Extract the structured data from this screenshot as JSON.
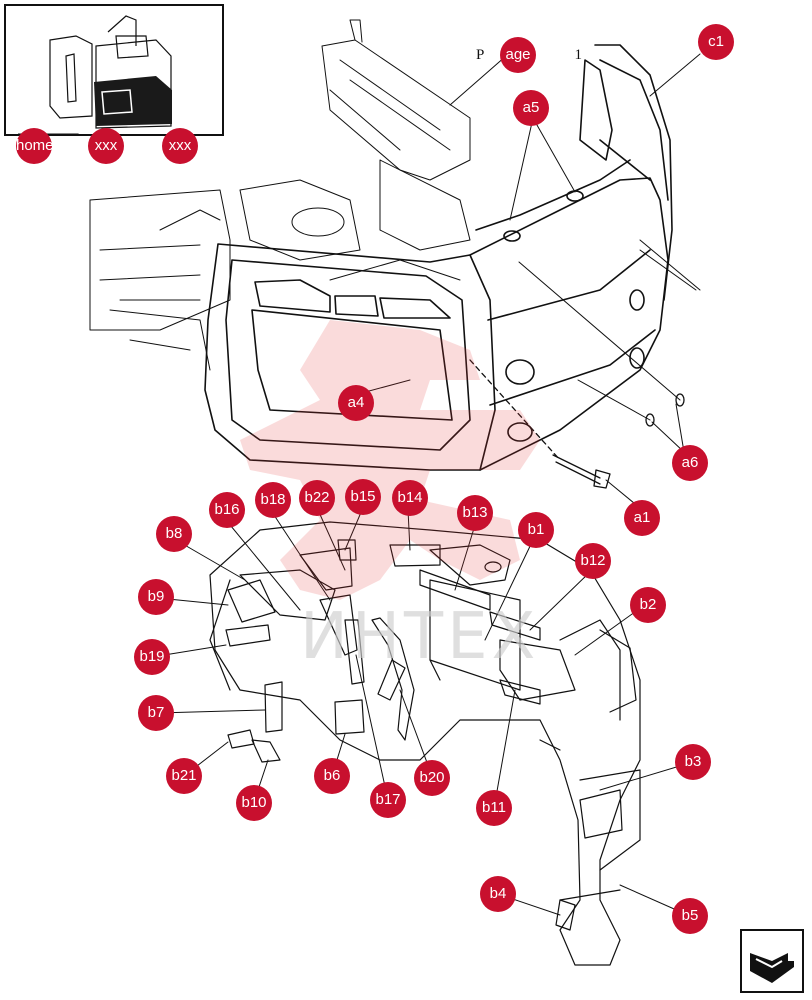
{
  "page_tag": {
    "prefix": "P A",
    "suffix": "1"
  },
  "watermark_text": "ИНТЕХ",
  "colors": {
    "callout": "#c8102e",
    "line": "#111111",
    "watermark": "#e23a3a"
  },
  "nav": {
    "home_label": "home",
    "prev_label": "xxx",
    "next_label": "xxx",
    "next_page_icon": "arrow-next-icon"
  },
  "callouts": [
    {
      "id": "c1",
      "label": "c1"
    },
    {
      "id": "age",
      "label": "age"
    },
    {
      "id": "a5",
      "label": "a5"
    },
    {
      "id": "a4",
      "label": "a4"
    },
    {
      "id": "a6",
      "label": "a6"
    },
    {
      "id": "a1",
      "label": "a1"
    },
    {
      "id": "b16",
      "label": "b16"
    },
    {
      "id": "b18",
      "label": "b18"
    },
    {
      "id": "b22",
      "label": "b22"
    },
    {
      "id": "b15",
      "label": "b15"
    },
    {
      "id": "b14",
      "label": "b14"
    },
    {
      "id": "b13",
      "label": "b13"
    },
    {
      "id": "b1",
      "label": "b1"
    },
    {
      "id": "b12",
      "label": "b12"
    },
    {
      "id": "b8",
      "label": "b8"
    },
    {
      "id": "b9",
      "label": "b9"
    },
    {
      "id": "b2",
      "label": "b2"
    },
    {
      "id": "b19",
      "label": "b19"
    },
    {
      "id": "b7",
      "label": "b7"
    },
    {
      "id": "b21",
      "label": "b21"
    },
    {
      "id": "b6",
      "label": "b6"
    },
    {
      "id": "b20",
      "label": "b20"
    },
    {
      "id": "b10",
      "label": "b10"
    },
    {
      "id": "b17",
      "label": "b17"
    },
    {
      "id": "b11",
      "label": "b11"
    },
    {
      "id": "b3",
      "label": "b3"
    },
    {
      "id": "b4",
      "label": "b4"
    },
    {
      "id": "b5",
      "label": "b5"
    }
  ]
}
